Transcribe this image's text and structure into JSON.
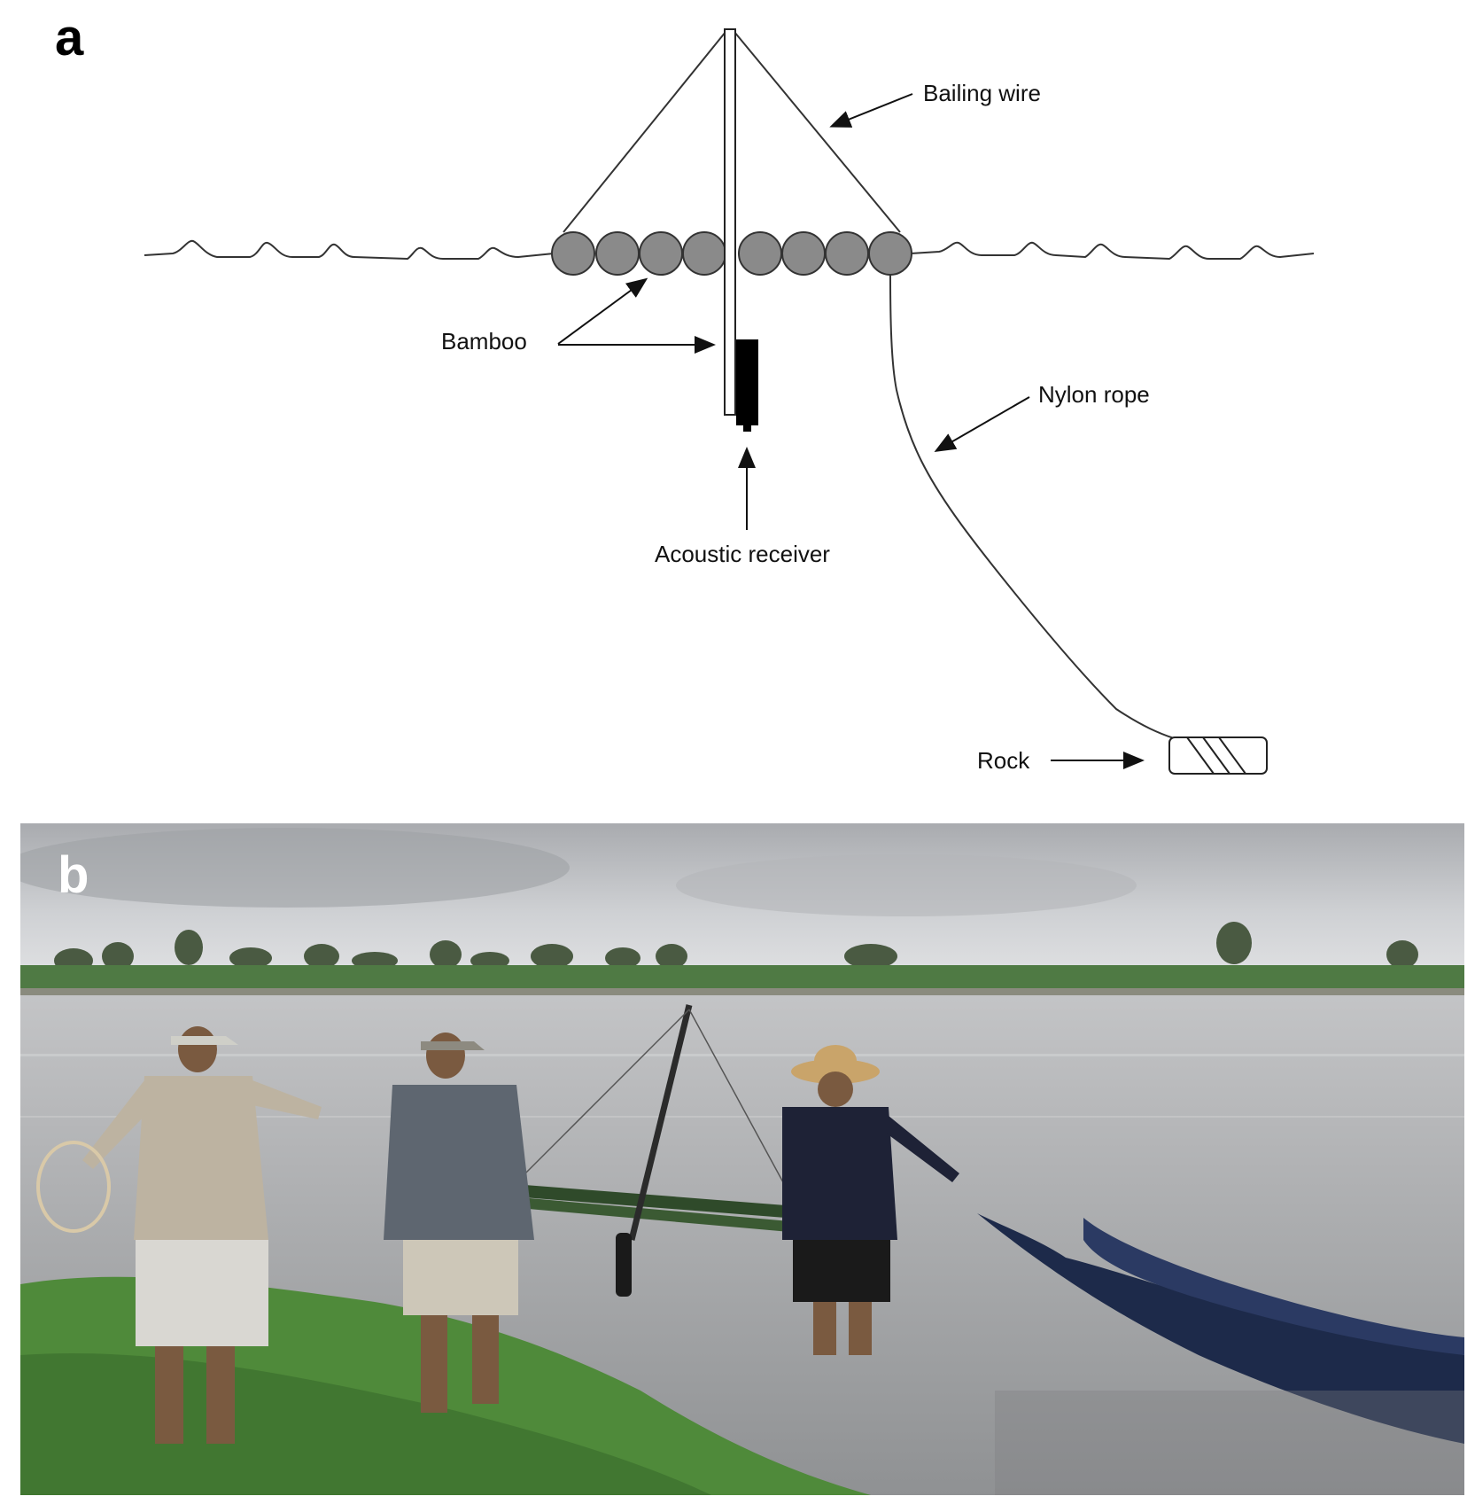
{
  "panel_a": {
    "letter": "a",
    "labels": {
      "bailing_wire": "Bailing wire",
      "bamboo": "Bamboo",
      "nylon_rope": "Nylon rope",
      "acoustic_receiver": "Acoustic receiver",
      "rock": "Rock"
    },
    "colors": {
      "float": "#8a8a8a",
      "line": "#222222",
      "receiver": "#000000"
    }
  },
  "panel_b": {
    "letter": "b",
    "colors": {
      "sky": "#c9cbce",
      "water": "#b9babb",
      "grass": "#4f8a3a",
      "boat": "#1d2a4a"
    }
  }
}
